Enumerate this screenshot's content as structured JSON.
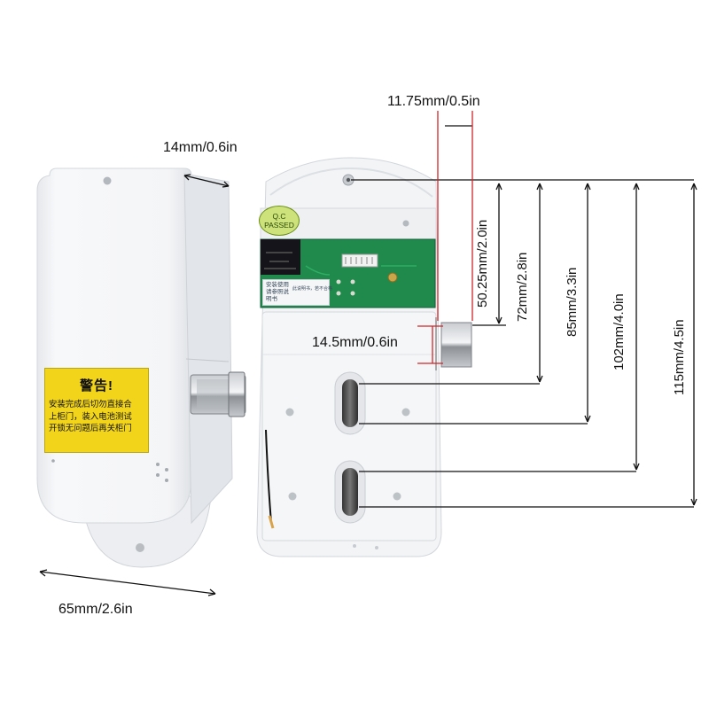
{
  "dimensions": {
    "depth": "14mm/0.6in",
    "width": "65mm/2.6in",
    "latch_width": "11.75mm/0.5in",
    "latch_height": "14.5mm/0.6in",
    "d1": "50.25mm/2.0in",
    "d2": "72mm/2.8in",
    "d3": "85mm/3.3in",
    "d4": "102mm/4.0in",
    "d5": "115mm/4.5in"
  },
  "warning_label": {
    "title": "警告!",
    "lines": [
      "安装完成后切勿直接合",
      "上柜门，装入电池测试",
      "开锁无问题后再关柜门"
    ]
  },
  "qc_stamp": [
    "Q.C",
    "PASSED"
  ],
  "sticker": {
    "lines": [
      "安装使用",
      "请参照说",
      "明书"
    ],
    "side": "此说明书，若不合格"
  },
  "colors": {
    "warning_label": "#f2d51a",
    "circuit_board": "#1f8a4c",
    "marker_red": "#d0262b",
    "lock_body": "#f3f4f6"
  }
}
